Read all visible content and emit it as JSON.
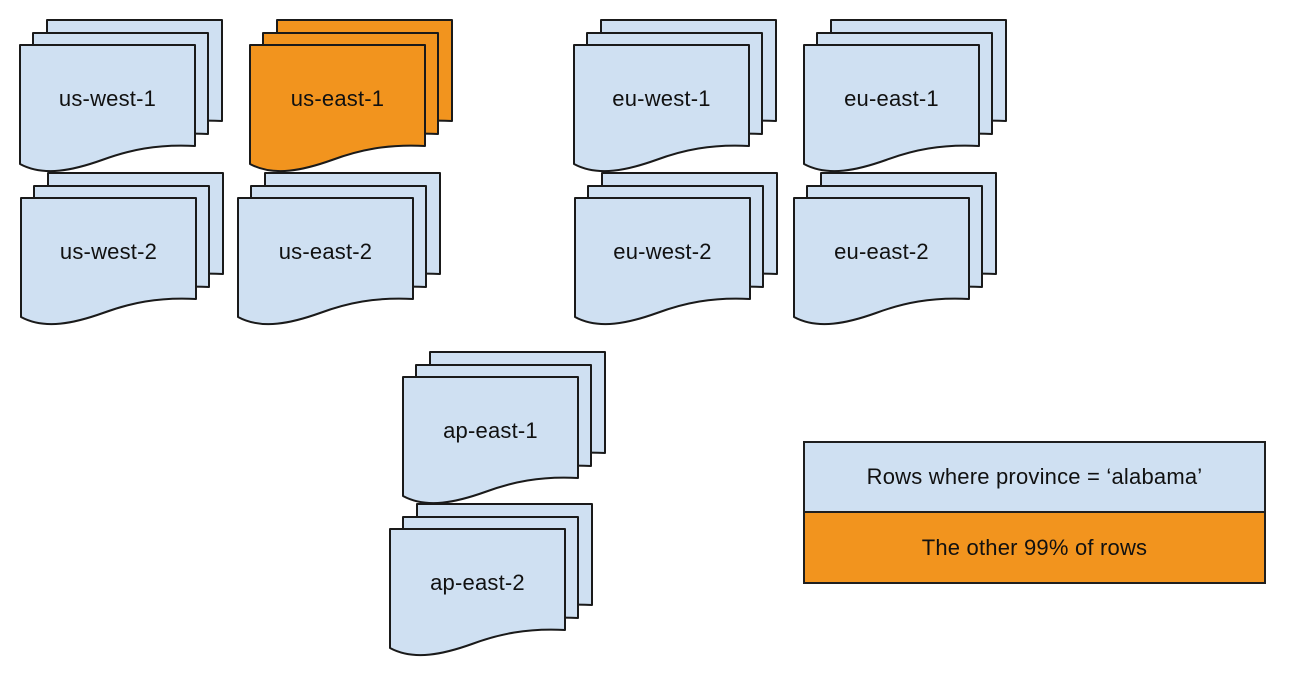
{
  "colors": {
    "region_fill": "#cfe0f2",
    "highlight_fill": "#f2941e",
    "outline": "#1a1a1a",
    "background": "#ffffff"
  },
  "regions": [
    {
      "id": "us-west-1",
      "label": "us-west-1",
      "highlighted": false
    },
    {
      "id": "us-east-1",
      "label": "us-east-1",
      "highlighted": true
    },
    {
      "id": "eu-west-1",
      "label": "eu-west-1",
      "highlighted": false
    },
    {
      "id": "eu-east-1",
      "label": "eu-east-1",
      "highlighted": false
    },
    {
      "id": "us-west-2",
      "label": "us-west-2",
      "highlighted": false
    },
    {
      "id": "us-east-2",
      "label": "us-east-2",
      "highlighted": false
    },
    {
      "id": "eu-west-2",
      "label": "eu-west-2",
      "highlighted": false
    },
    {
      "id": "eu-east-2",
      "label": "eu-east-2",
      "highlighted": false
    },
    {
      "id": "ap-east-1",
      "label": "ap-east-1",
      "highlighted": false
    },
    {
      "id": "ap-east-2",
      "label": "ap-east-2",
      "highlighted": false
    }
  ],
  "legend": {
    "items": [
      {
        "label": "Rows where province = ‘alabama’",
        "color": "#cfe0f2"
      },
      {
        "label": "The other 99% of rows",
        "color": "#f2941e"
      }
    ]
  }
}
